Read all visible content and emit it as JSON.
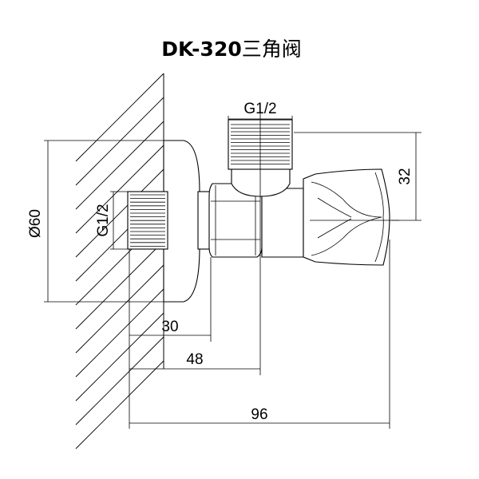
{
  "title": {
    "model": "DK-320",
    "name": "三角阀"
  },
  "dimensions": {
    "outlet_thread": "G1/2",
    "inlet_thread": "G1/2",
    "flange_diameter": "Ø60",
    "outlet_height": "32",
    "wall_to_hex": "30",
    "wall_to_outlet_axis": "48",
    "overall_length": "96"
  }
}
